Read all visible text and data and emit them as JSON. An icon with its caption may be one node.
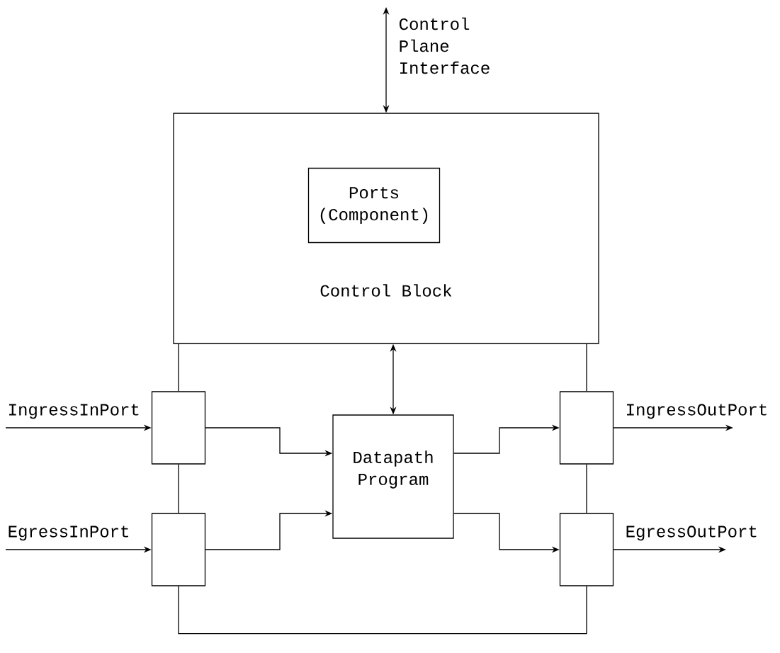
{
  "diagram": {
    "nodes": [
      {
        "text": [
          "Control Block"
        ]
      },
      {
        "text": [
          "Ports (Component)"
        ],
        "in": 0
      },
      {
        "text": [
          "IngressInPort"
        ]
      },
      {
        "text": [
          "Datapath Program"
        ]
      },
      {
        "text": [
          "IngressOutPort"
        ]
      },
      {
        "text": [
          "EgressInPort"
        ]
      },
      {
        "text": [
          "EgressOutPort"
        ]
      }
    ],
    "edges": [
      {
        "from": null,
        "to": 0,
        "arrow": "both",
        "label": "Control Plane Interface"
      },
      {
        "from": 0,
        "to": 3,
        "arrow": "both"
      },
      {
        "from": 0,
        "to": 2,
        "arrow": "none"
      },
      {
        "from": 0,
        "to": 4,
        "arrow": "none"
      },
      {
        "from": 2,
        "to": 5,
        "arrow": "none"
      },
      {
        "from": 4,
        "to": 6,
        "arrow": "none"
      },
      {
        "from": 5,
        "to": 6,
        "arrow": "none"
      },
      {
        "from": null,
        "to": 2,
        "arrow": "to"
      },
      {
        "from": null,
        "to": 5,
        "arrow": "to"
      },
      {
        "from": 2,
        "to": 3,
        "arrow": "to"
      },
      {
        "from": 5,
        "to": 3,
        "arrow": "to"
      },
      {
        "from": 3,
        "to": 4,
        "arrow": "to"
      },
      {
        "from": 3,
        "to": 6,
        "arrow": "to"
      },
      {
        "from": 4,
        "to": null,
        "arrow": "to"
      },
      {
        "from": 6,
        "to": null,
        "arrow": "to"
      }
    ]
  }
}
